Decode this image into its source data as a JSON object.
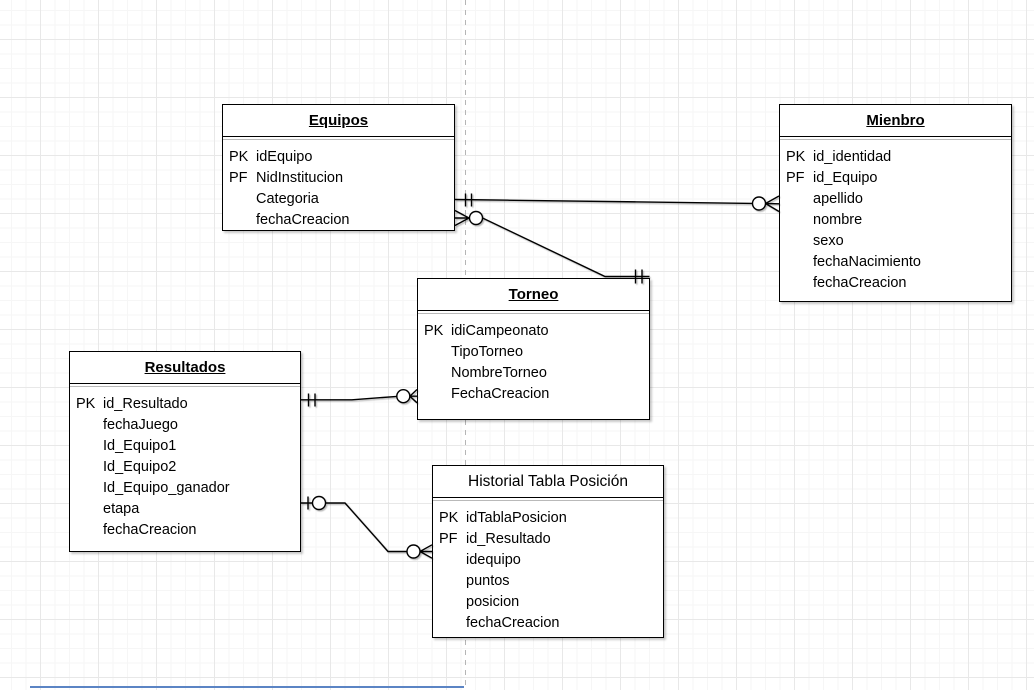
{
  "canvas": {
    "background": "#ffffff",
    "grid_minor_color": "#f6f6f6",
    "grid_major_color": "#e8e8e8",
    "page_guide_color": "#b5b5b5",
    "page_edge_color": "#5b84c4",
    "line_color": "#000000"
  },
  "entities": {
    "equipos": {
      "title": "Equipos",
      "rows": [
        {
          "key": "PK",
          "name": "idEquipo"
        },
        {
          "key": "PF",
          "name": "NidInstitucion"
        },
        {
          "key": "",
          "name": "Categoria"
        },
        {
          "key": "",
          "name": "fechaCreacion"
        }
      ]
    },
    "mienbro": {
      "title": "Mienbro",
      "rows": [
        {
          "key": "PK",
          "name": "id_identidad"
        },
        {
          "key": "PF",
          "name": "id_Equipo"
        },
        {
          "key": "",
          "name": "apellido"
        },
        {
          "key": "",
          "name": "nombre"
        },
        {
          "key": "",
          "name": "sexo"
        },
        {
          "key": "",
          "name": "fechaNacimiento"
        },
        {
          "key": "",
          "name": "fechaCreacion"
        }
      ]
    },
    "torneo": {
      "title": "Torneo",
      "rows": [
        {
          "key": "PK",
          "name": "idiCampeonato"
        },
        {
          "key": "",
          "name": "TipoTorneo"
        },
        {
          "key": "",
          "name": "NombreTorneo"
        },
        {
          "key": "",
          "name": "FechaCreacion"
        }
      ]
    },
    "resultados": {
      "title": "Resultados",
      "rows": [
        {
          "key": "PK",
          "name": "id_Resultado"
        },
        {
          "key": "",
          "name": "fechaJuego"
        },
        {
          "key": "",
          "name": "Id_Equipo1"
        },
        {
          "key": "",
          "name": "Id_Equipo2"
        },
        {
          "key": "",
          "name": "Id_Equipo_ganador"
        },
        {
          "key": "",
          "name": "etapa"
        },
        {
          "key": "",
          "name": "fechaCreacion"
        }
      ]
    },
    "historial": {
      "title": "Historial Tabla Posición",
      "rows": [
        {
          "key": "PK",
          "name": "idTablaPosicion"
        },
        {
          "key": "PF",
          "name": "id_Resultado"
        },
        {
          "key": "",
          "name": "idequipo"
        },
        {
          "key": "",
          "name": "puntos"
        },
        {
          "key": "",
          "name": "posicion"
        },
        {
          "key": "",
          "name": "fechaCreacion"
        }
      ]
    }
  },
  "relations": [
    {
      "from": "Equipos",
      "to": "Mienbro",
      "from_cardinality": "one-and-only-one",
      "to_cardinality": "zero-or-many"
    },
    {
      "from": "Equipos",
      "to": "Torneo",
      "from_cardinality": "zero-or-many",
      "to_cardinality": "one-and-only-one"
    },
    {
      "from": "Resultados",
      "to": "Torneo",
      "from_cardinality": "one-and-only-one",
      "to_cardinality": "zero-or-many"
    },
    {
      "from": "Resultados",
      "to": "Historial Tabla Posición",
      "from_cardinality": "zero-or-one",
      "to_cardinality": "zero-or-many"
    }
  ]
}
